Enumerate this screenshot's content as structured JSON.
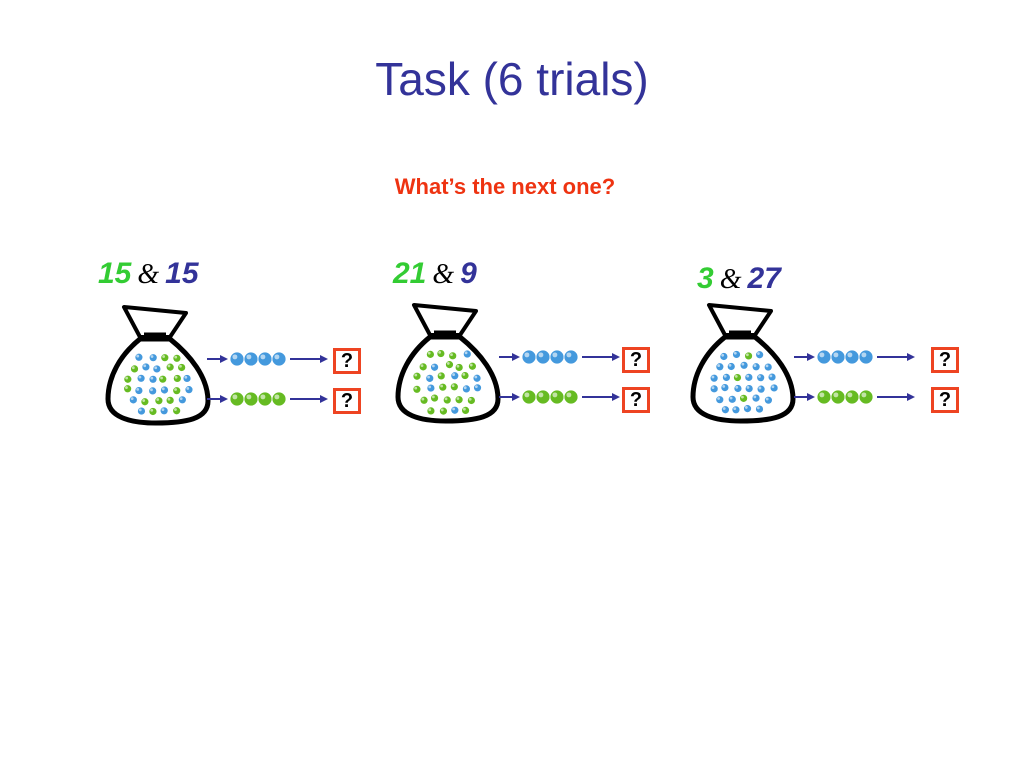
{
  "title": "Task (6 trials)",
  "subtitle": "What’s the next one?",
  "colors": {
    "green": "#33cc33",
    "blue": "#333399",
    "marble_green": "#66bb22",
    "marble_blue": "#4499dd",
    "box_border": "#ee4422",
    "arrow": "#333399"
  },
  "trials": [
    {
      "green_count": "15",
      "amp": "&",
      "blue_count": "15",
      "top_question": "?",
      "bottom_question": "?"
    },
    {
      "green_count": "21",
      "amp": "&",
      "blue_count": "9",
      "top_question": "?",
      "bottom_question": "?"
    },
    {
      "green_count": "3",
      "amp": "&",
      "blue_count": "27",
      "top_question": "?",
      "bottom_question": "?"
    }
  ],
  "sequences": {
    "top_color": "blue",
    "bottom_color": "green",
    "marbles_per_row": 4
  },
  "icons": [
    "bag-icon",
    "arrow-icon",
    "marble-icon"
  ]
}
